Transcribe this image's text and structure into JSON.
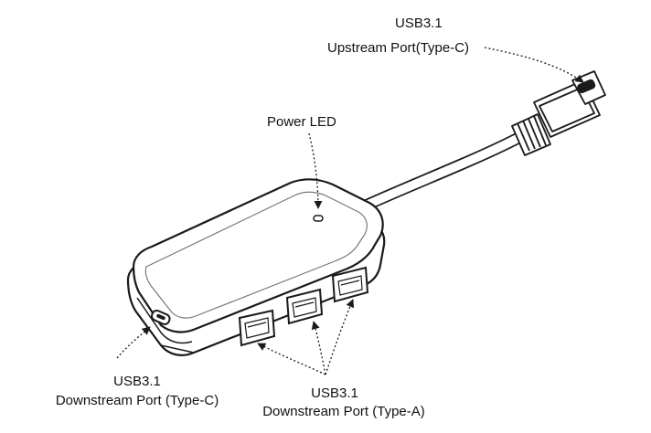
{
  "labels": {
    "upstream": {
      "line1": "USB3.1",
      "line2": "Upstream Port(Type-C)"
    },
    "power_led": "Power LED",
    "downstream_c": {
      "line1": "USB3.1",
      "line2": "Downstream Port (Type-C)"
    },
    "downstream_a": {
      "line1": "USB3.1",
      "line2": "Downstream Port (Type-A)"
    }
  },
  "colors": {
    "line": "#1a1a1a",
    "fill": "#ffffff",
    "shadow": "#d9d9d9"
  },
  "icons": {
    "hub": "usb-hub-device-illustration",
    "arrows": "arrow-callout-icon"
  }
}
